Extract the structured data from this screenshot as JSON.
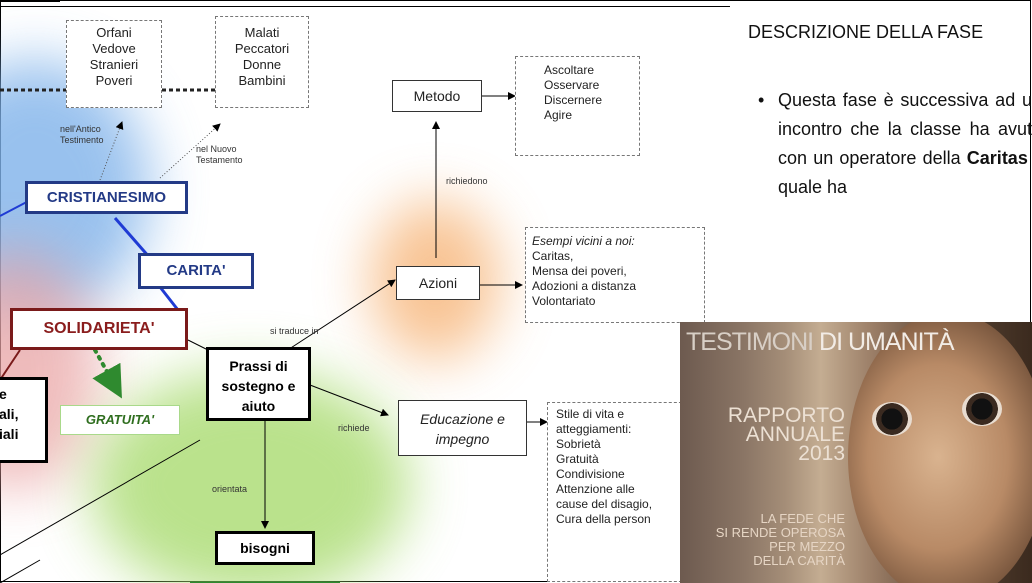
{
  "diagram": {
    "top_left": [
      "Orfani",
      "Vedove",
      "Stranieri",
      "Poveri"
    ],
    "top_right": [
      "Malati",
      "Peccatori",
      "Donne",
      "Bambini"
    ],
    "label_antico": "nell'Antico Testimento",
    "label_nuovo": "nel Nuovo Testamento",
    "cristianesimo": "CRISTIANESIMO",
    "carita": "CARITA'",
    "solidarieta": "SOLIDARIETA'",
    "gratuita": "GRATUITA'",
    "left_box_lines": [
      "e",
      "ali,",
      "iali"
    ],
    "prassi": "Prassi di sostegno e aiuto",
    "si_traduce": "si traduce in",
    "richiede": "richiede",
    "orientata": "orientata",
    "richiedono": "richiedono",
    "bisogni": "bisogni",
    "metodo": "Metodo",
    "metodo_items": [
      "Ascoltare",
      "Osservare",
      "Discernere",
      "Agire"
    ],
    "azioni": "Azioni",
    "esempi_title": "Esempi vicini a noi:",
    "esempi_items": [
      "Caritas,",
      "Mensa dei poveri,",
      "Adozioni a distanza",
      "Volontariato"
    ],
    "educazione": "Educazione e impegno",
    "stile_items": [
      "Stile di vita e",
      "atteggiamenti:",
      "Sobrietà",
      "Gratuità",
      "Condivisione",
      "Attenzione alle",
      "cause del disagio,",
      "Cura della person"
    ]
  },
  "description": {
    "title": "DESCRIZIONE DELLA FASE",
    "bullet": "•",
    "body_before": "Questa fase è successiva ad un incontro che la classe ha avuto con un operatore della ",
    "body_bold": "Caritas",
    "body_after": " il quale ha"
  },
  "cover": {
    "brand_1": "TESTIMONI",
    "brand_2": " DI UMANITÀ",
    "title_1": "RAPPORTO",
    "title_2": "ANNUALE",
    "year": "2013",
    "sub_1": "LA FEDE CHE",
    "sub_2": "SI RENDE OPEROSA",
    "sub_3": "PER MEZZO",
    "sub_4": "DELLA CARITÀ"
  }
}
